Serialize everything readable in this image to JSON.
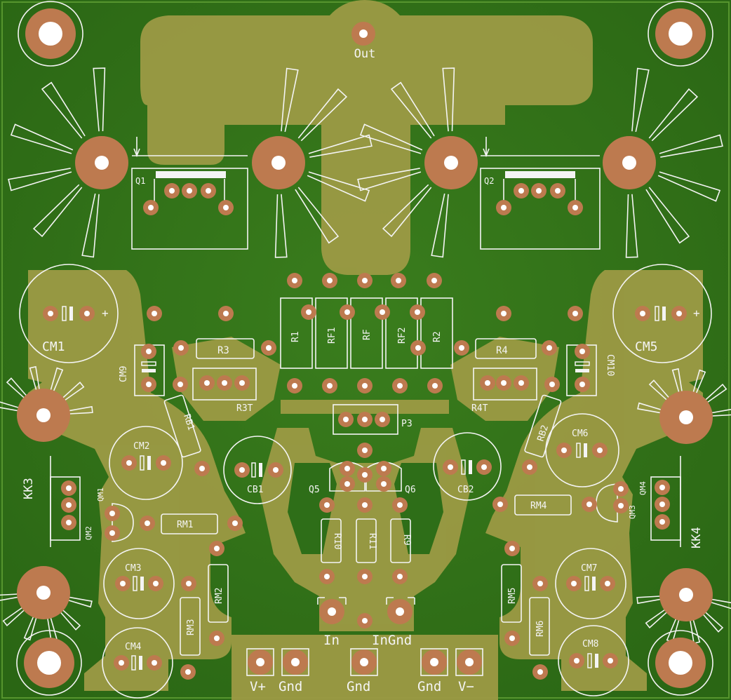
{
  "colors": {
    "board": "#2e6e18",
    "board_edge": "#4f8f2a",
    "copper_pour": "#9c9a44",
    "pad": "#bd7a4f",
    "silkscreen": "#f4f4f4",
    "drill": "#ffffff"
  },
  "icons": [
    "heatsink-icon",
    "mounting-hole-icon",
    "pad-icon"
  ],
  "labels": {
    "out": "Out",
    "q1": "Q1",
    "q2": "Q2",
    "r1": "R1",
    "rf1": "RF1",
    "rf": "RF",
    "rf2": "RF2",
    "r2": "R2",
    "r3": "R3",
    "r4": "R4",
    "r3t": "R3T",
    "r4t": "R4T",
    "p3": "P3",
    "cm1": "CM1",
    "cm5": "CM5",
    "cm9": "CM9",
    "cm10": "CM10",
    "rb1": "RB1",
    "rb2": "RB2",
    "cm2": "CM2",
    "cm6": "CM6",
    "cb1": "CB1",
    "cb2": "CB2",
    "q5": "Q5",
    "q6": "Q6",
    "kk3": "KK3",
    "kk4": "KK4",
    "qm1": "QM1",
    "qm2": "QM2",
    "qm3": "QM3",
    "qm4": "QM4",
    "rm1": "RM1",
    "rm4": "RM4",
    "r10": "R10",
    "r11": "R11",
    "r9": "R9",
    "cm3": "CM3",
    "cm7": "CM7",
    "rm2": "RM2",
    "rm5": "RM5",
    "rm3": "RM3",
    "rm6": "RM6",
    "cm4": "CM4",
    "cm8": "CM8",
    "in": "In",
    "ingnd": "InGnd",
    "vplus": "V+",
    "gnd1": "Gnd",
    "gnd2": "Gnd",
    "gnd3": "Gnd",
    "vminus": "V−",
    "plus": "+"
  }
}
